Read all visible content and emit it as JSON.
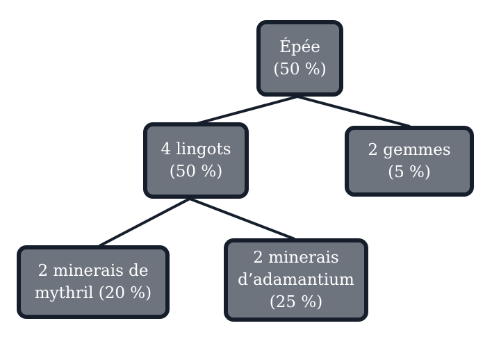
{
  "diagram": {
    "nodes": [
      {
        "id": "root",
        "lines": [
          "Épée",
          "(50 %)"
        ]
      },
      {
        "id": "ingot",
        "lines": [
          "4 lingots",
          "(50 %)"
        ]
      },
      {
        "id": "gem",
        "lines": [
          "2 gemmes",
          "(5 %)"
        ]
      },
      {
        "id": "myth",
        "lines": [
          "2 minerais de",
          "mythril (20 %)"
        ]
      },
      {
        "id": "adam",
        "lines": [
          "2 minerais",
          "d’adamantium",
          "(25 %)"
        ]
      }
    ],
    "edges": [
      {
        "from": "root",
        "to": "ingot"
      },
      {
        "from": "root",
        "to": "gem"
      },
      {
        "from": "ingot",
        "to": "myth"
      },
      {
        "from": "ingot",
        "to": "adam"
      }
    ],
    "colors": {
      "node_fill": "#6e747e",
      "node_border": "#161e2c",
      "edge": "#161e2c",
      "text": "#ffffff"
    }
  }
}
